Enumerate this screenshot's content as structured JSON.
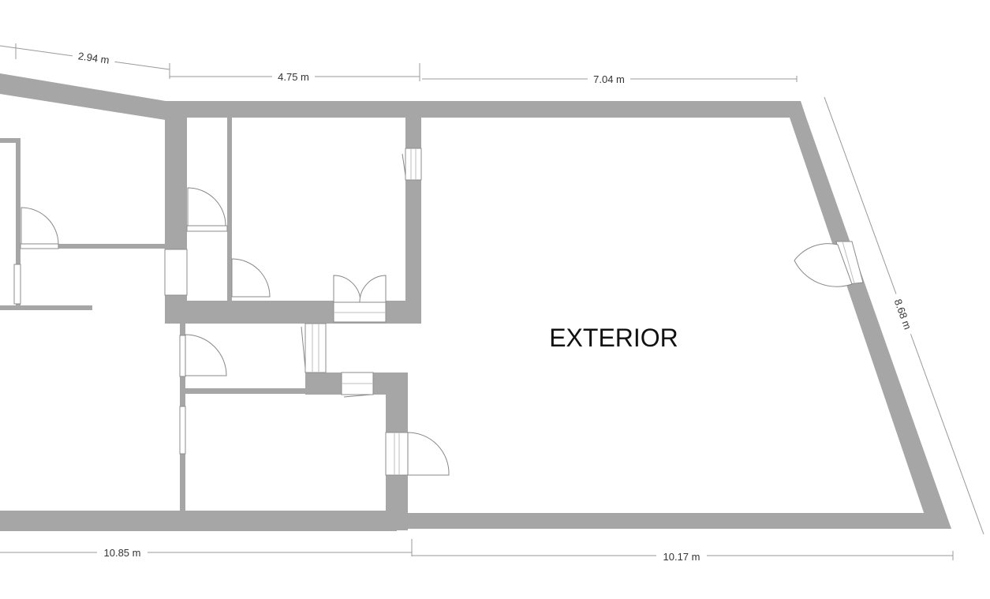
{
  "plan": {
    "room_label": "EXTERIOR",
    "dimensions": {
      "top_left": "2.94 m",
      "top_middle": "4.75 m",
      "top_right": "7.04 m",
      "right_side": "8.68 m",
      "bottom_left": "10.85 m",
      "bottom_right": "10.17 m"
    }
  }
}
